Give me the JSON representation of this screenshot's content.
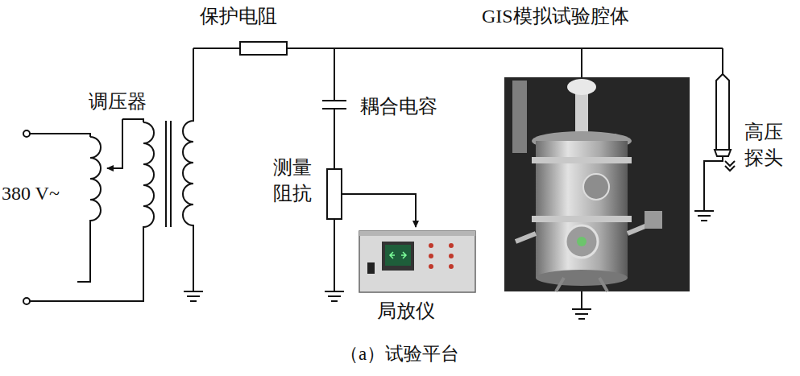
{
  "diagram": {
    "caption": "（a）试验平台",
    "labels": [
      "保护电阻",
      "GIS模拟试验腔体",
      "调压器",
      "380 V~",
      "耦合电容",
      "测量 阻抗",
      "高压 探头",
      "局放仪"
    ]
  }
}
